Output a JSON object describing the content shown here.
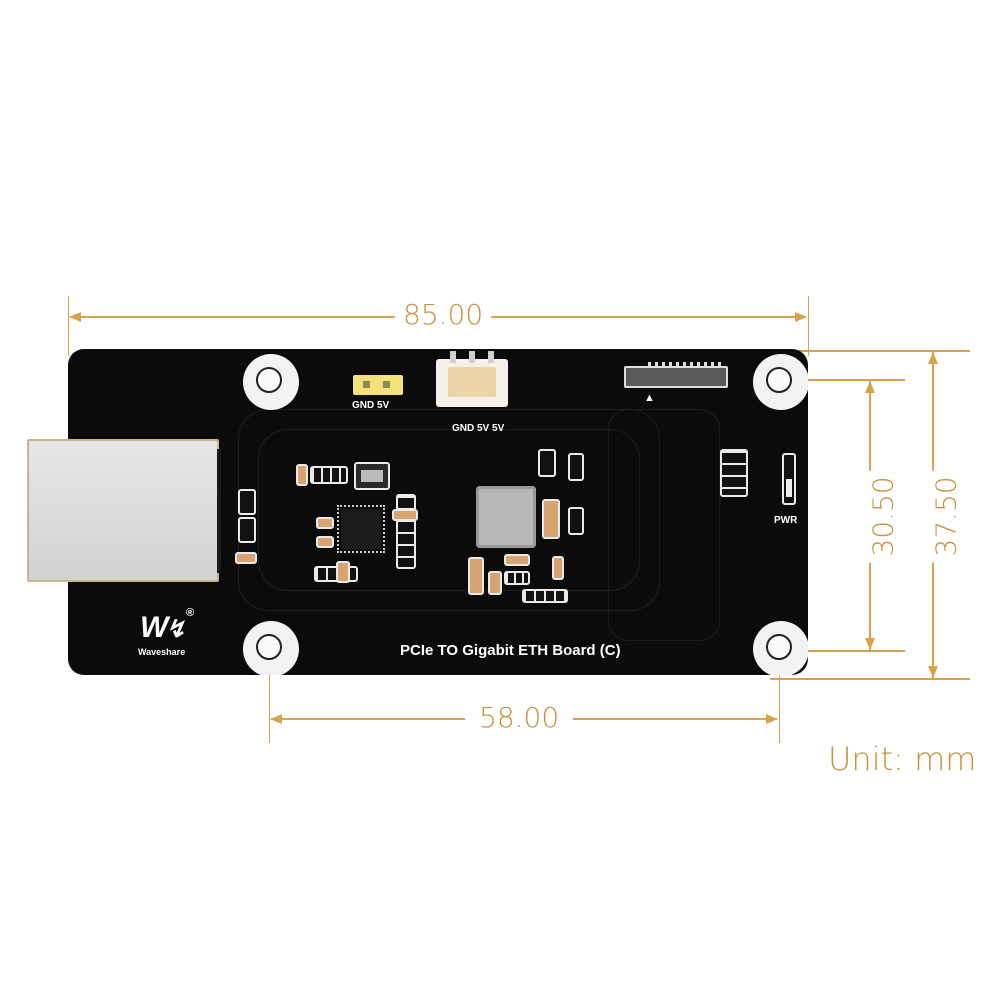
{
  "board": {
    "title": "PCIe TO Gigabit ETH Board (C)",
    "brand": "Waveshare",
    "brand_mark": "®",
    "header_2pin_label": "GND 5V",
    "connector_3pin_label": "GND 5V 5V",
    "led_label": "PWR",
    "ffc_marker": "▲"
  },
  "dimensions": {
    "width": "85.00",
    "hole_spacing_horizontal": "58.00",
    "hole_spacing_vertical": "30.50",
    "height": "37.50",
    "unit_label": "Unit: mm"
  },
  "colors": {
    "dimension_line": "#d9a24a",
    "dimension_text": "#c8903c",
    "pcb": "#0b0b0b",
    "silkscreen": "#ffffff",
    "rj45_shield": "#dcdcdc",
    "header_yellow": "#f3e27a"
  }
}
